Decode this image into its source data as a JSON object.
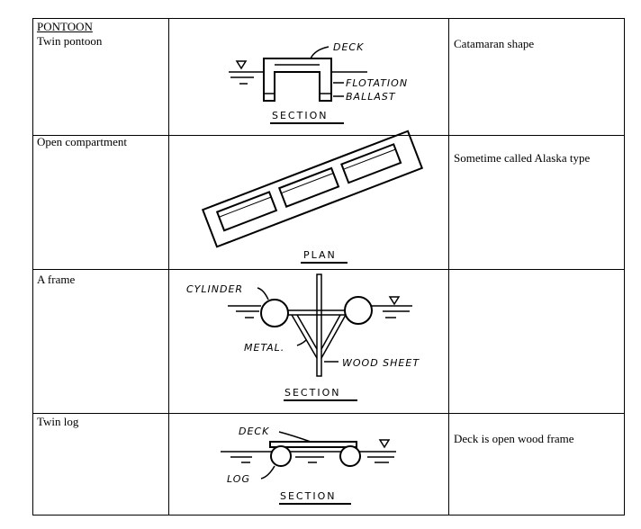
{
  "rows": [
    {
      "heading": "PONTOON",
      "name": "Twin pontoon",
      "note": "Catamaran shape",
      "labels": {
        "deck": "DECK",
        "flotation": "FLOTATION",
        "ballast": "BALLAST",
        "view": "SECTION"
      }
    },
    {
      "name": "Open compartment",
      "note": "Sometime called Alaska type",
      "labels": {
        "view": "PLAN"
      }
    },
    {
      "name": "A frame",
      "note": "",
      "labels": {
        "cylinder": "CYLINDER",
        "metal": "METAL.",
        "wood": "WOOD SHEET",
        "view": "SECTION"
      }
    },
    {
      "name": "Twin log",
      "note": "Deck is open wood frame",
      "labels": {
        "deck": "DECK",
        "log": "LOG",
        "view": "SECTION"
      }
    }
  ]
}
